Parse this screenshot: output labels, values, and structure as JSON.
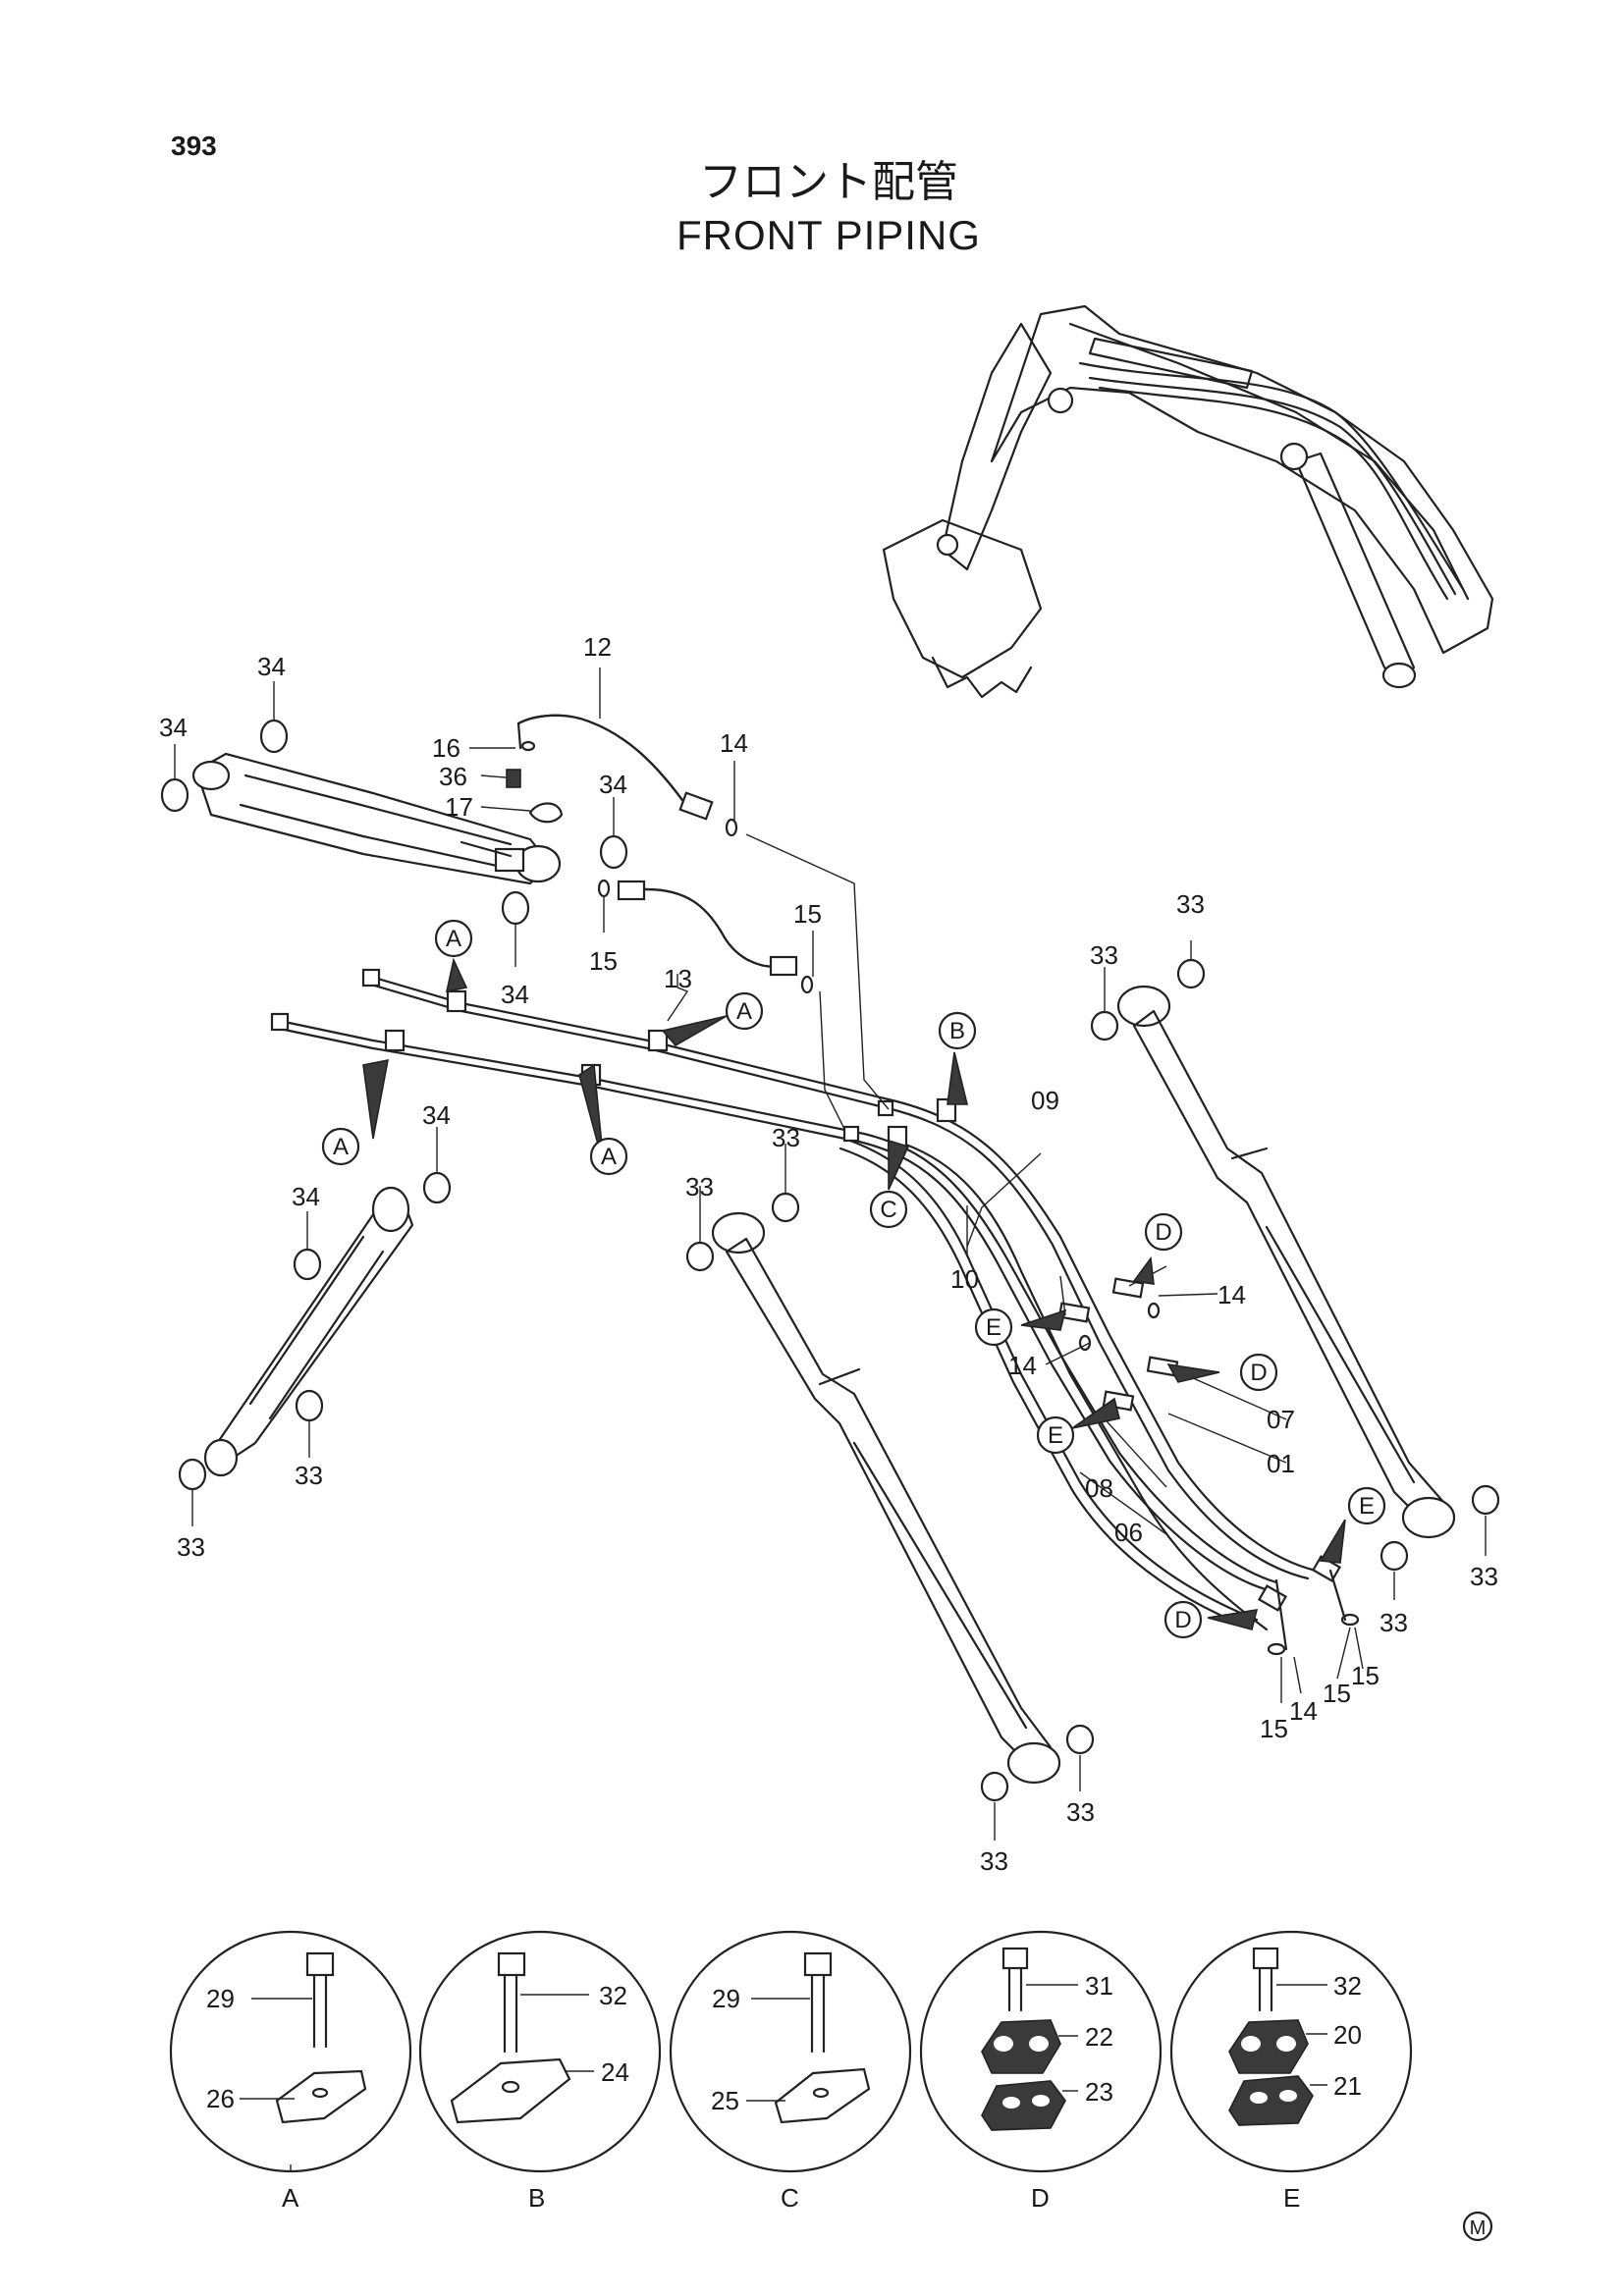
{
  "page_number": "393",
  "title_jp": "フロント配管",
  "title_en": "FRONT PIPING",
  "mark": "M",
  "callouts": [
    "01",
    "06",
    "07",
    "08",
    "09",
    "10",
    "12",
    "13",
    "14",
    "14",
    "14",
    "14",
    "15",
    "15",
    "15",
    "15",
    "15",
    "16",
    "17",
    "36",
    "33",
    "33",
    "33",
    "33",
    "33",
    "33",
    "33",
    "33",
    "33",
    "33",
    "34",
    "34",
    "34",
    "34",
    "34",
    "34"
  ],
  "clamp_refs": [
    "A",
    "A",
    "A",
    "A",
    "B",
    "C",
    "D",
    "D",
    "D",
    "E",
    "E",
    "E"
  ],
  "details": [
    {
      "letter": "A",
      "bolt": "29",
      "clamp": "26"
    },
    {
      "letter": "B",
      "bolt": "32",
      "clamp": "24"
    },
    {
      "letter": "C",
      "bolt": "29",
      "clamp": "25"
    },
    {
      "letter": "D",
      "bolt": "31",
      "upper": "22",
      "lower": "23"
    },
    {
      "letter": "E",
      "bolt": "32",
      "upper": "20",
      "lower": "21"
    }
  ]
}
